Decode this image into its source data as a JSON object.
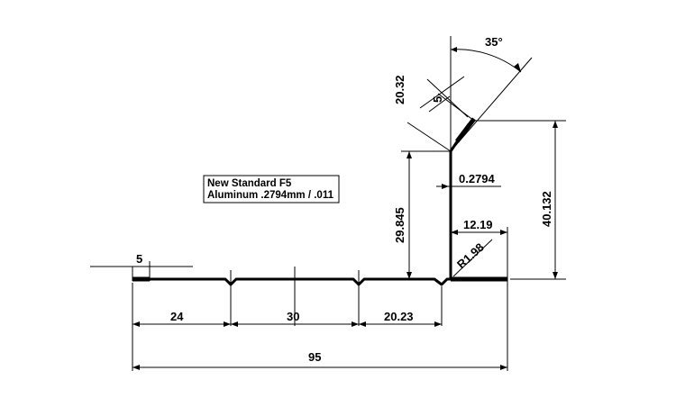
{
  "note": {
    "line1": "New Standard F5",
    "line2": "Aluminum .2794mm / .011"
  },
  "dimensions": {
    "hem_length": "5",
    "segment_1": "24",
    "segment_2": "30",
    "segment_3": "20.23",
    "overall_width": "95",
    "inner_height": "29.845",
    "thickness": "0.2794",
    "flange_width": "12.19",
    "bend_radius": "R1.98",
    "total_height": "40.132",
    "angled_leg": "20.32",
    "angled_hem": "5",
    "angle": "35°"
  }
}
